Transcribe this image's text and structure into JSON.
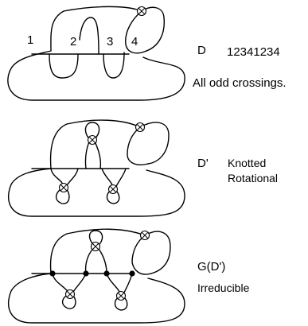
{
  "panels": [
    {
      "id": "D",
      "label": "D",
      "code": "12341234",
      "note": "All odd crossings.",
      "crossing_numbers": [
        "1",
        "2",
        "3",
        "4"
      ]
    },
    {
      "id": "D-prime",
      "label": "D'",
      "lines": [
        "Knotted",
        "Rotational"
      ]
    },
    {
      "id": "G-D-prime",
      "label": "G(D')",
      "lines": [
        "Irreducible"
      ]
    }
  ]
}
